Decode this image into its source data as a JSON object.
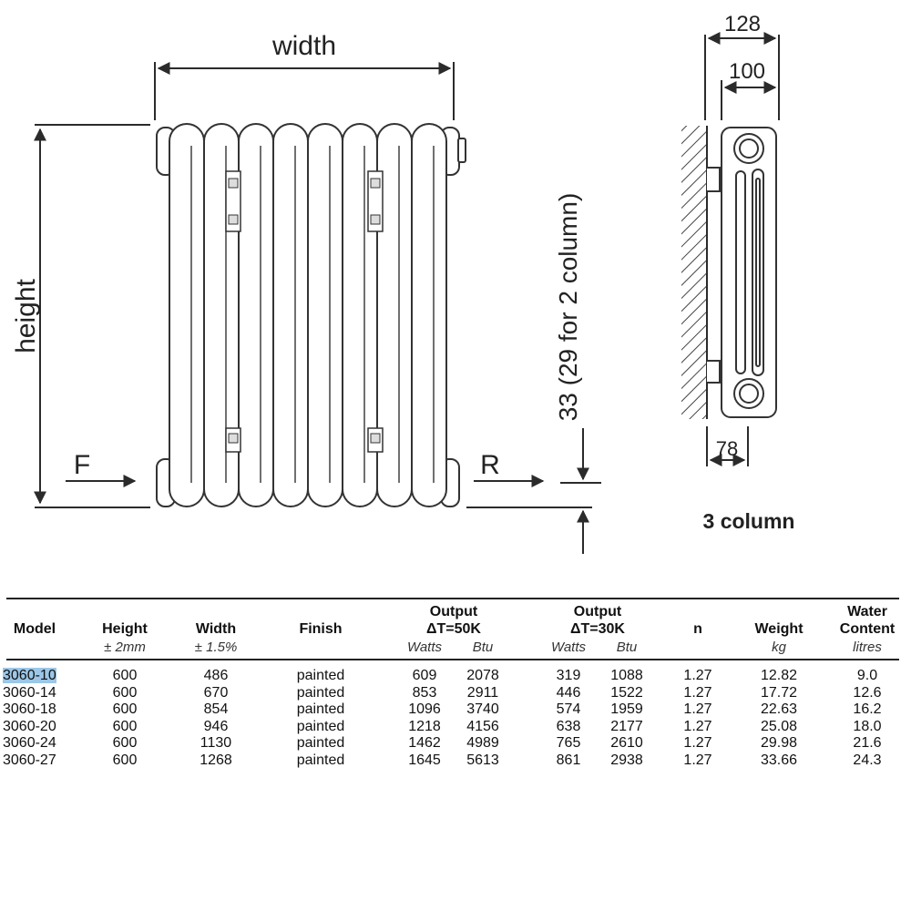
{
  "diagram": {
    "width_label": "width",
    "height_label": "height",
    "flow_label": "F",
    "return_label": "R",
    "offset_label": "33 (29 for 2 column)",
    "depth_total": "128",
    "depth_inner": "100",
    "bracket_depth": "78",
    "side_caption": "3 column"
  },
  "table": {
    "headers": {
      "model": "Model",
      "height": "Height",
      "height_tol": "± 2mm",
      "width": "Width",
      "width_tol": "± 1.5%",
      "finish": "Finish",
      "output50_line1": "Output",
      "output50_line2": "ΔT=50K",
      "output30_line1": "Output",
      "output30_line2": "ΔT=30K",
      "watts": "Watts",
      "btu": "Btu",
      "n": "n",
      "weight": "Weight",
      "weight_unit": "kg",
      "water_line1": "Water",
      "water_line2": "Content",
      "water_unit": "litres"
    },
    "rows": [
      {
        "model": "3060-10",
        "height": "600",
        "width": "486",
        "finish": "painted",
        "w50": "609",
        "b50": "2078",
        "w30": "319",
        "b30": "1088",
        "n": "1.27",
        "weight": "12.82",
        "water": "9.0"
      },
      {
        "model": "3060-14",
        "height": "600",
        "width": "670",
        "finish": "painted",
        "w50": "853",
        "b50": "2911",
        "w30": "446",
        "b30": "1522",
        "n": "1.27",
        "weight": "17.72",
        "water": "12.6"
      },
      {
        "model": "3060-18",
        "height": "600",
        "width": "854",
        "finish": "painted",
        "w50": "1096",
        "b50": "3740",
        "w30": "574",
        "b30": "1959",
        "n": "1.27",
        "weight": "22.63",
        "water": "16.2"
      },
      {
        "model": "3060-20",
        "height": "600",
        "width": "946",
        "finish": "painted",
        "w50": "1218",
        "b50": "4156",
        "w30": "638",
        "b30": "2177",
        "n": "1.27",
        "weight": "25.08",
        "water": "18.0"
      },
      {
        "model": "3060-24",
        "height": "600",
        "width": "1130",
        "finish": "painted",
        "w50": "1462",
        "b50": "4989",
        "w30": "765",
        "b30": "2610",
        "n": "1.27",
        "weight": "29.98",
        "water": "21.6"
      },
      {
        "model": "3060-27",
        "height": "600",
        "width": "1268",
        "finish": "painted",
        "w50": "1645",
        "b50": "5613",
        "w30": "861",
        "b30": "2938",
        "n": "1.27",
        "weight": "33.66",
        "water": "24.3"
      }
    ]
  }
}
